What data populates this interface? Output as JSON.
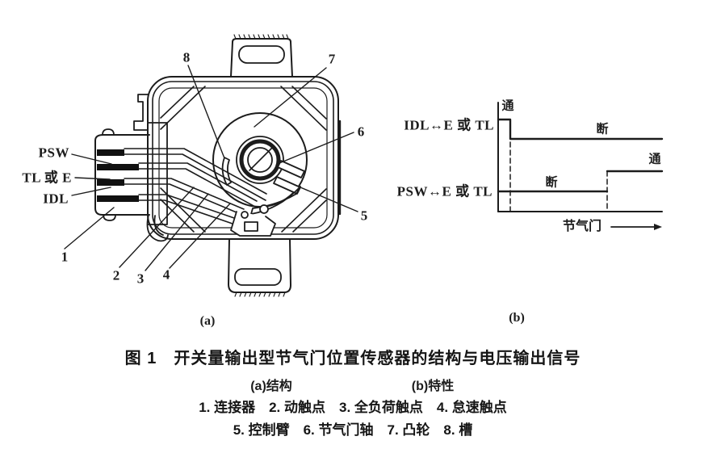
{
  "figure": {
    "part_a": {
      "sublabel": "(a)",
      "pins": {
        "psw": "PSW",
        "tl_or_e": "TL 或 E",
        "idl": "IDL"
      },
      "numbers": {
        "n1": "1",
        "n2": "2",
        "n3": "3",
        "n4": "4",
        "n5": "5",
        "n6": "6",
        "n7": "7",
        "n8": "8"
      }
    },
    "part_b": {
      "sublabel": "(b)",
      "rows": {
        "idl": "IDL↔E 或 TL",
        "psw": "PSW↔E 或 TL"
      },
      "states": {
        "on_top": "通",
        "off_idl": "断",
        "off_psw": "断",
        "on_psw": "通"
      },
      "x_axis": "节气门"
    },
    "caption": {
      "title": "图 1　开关量输出型节气门位置传感器的结构与电压输出信号",
      "sub_a": "(a)结构",
      "sub_b": "(b)特性",
      "legend_line1": "1. 连接器　2. 动触点　3. 全负荷触点　4. 怠速触点",
      "legend_line2": "5. 控制臂　6. 节气门轴　7. 凸轮　8. 槽"
    },
    "colors": {
      "ink": "#1c1c1c",
      "paper": "#ffffff"
    },
    "signal_chart": {
      "type": "line",
      "x_axis_label": "节气门",
      "series": [
        {
          "name": "IDL↔E 或 TL",
          "states": [
            "通",
            "断"
          ]
        },
        {
          "name": "PSW↔E 或 TL",
          "states": [
            "断",
            "通"
          ]
        }
      ]
    }
  }
}
